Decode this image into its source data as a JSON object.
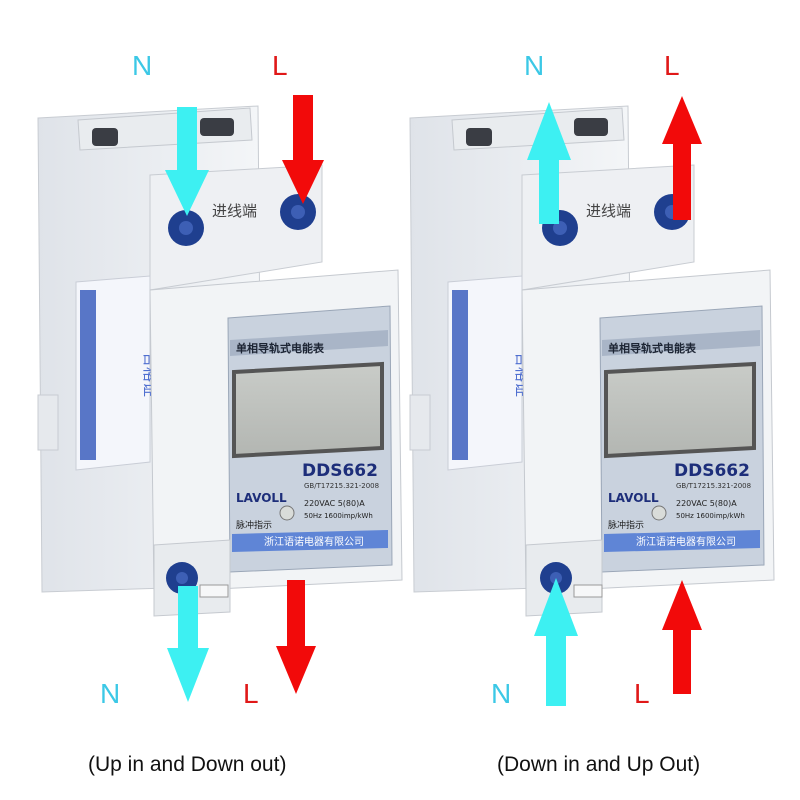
{
  "colors": {
    "neutral_arrow": "#3df0f2",
    "live_arrow": "#f20a0a",
    "neutral_text": "#3cc8e6",
    "live_text": "#e01818"
  },
  "left_meter": {
    "top_neutral": "N",
    "top_live": "L",
    "bottom_neutral": "N",
    "bottom_live": "L",
    "caption": "(Up in and Down out)",
    "terminal_label": "进线端",
    "panel_title": "单相导轨式电能表",
    "brand": "LAVOLL",
    "model": "DDS662",
    "standard": "GB/T17215.321-2008",
    "rating": "220VAC  5(80)A",
    "spec": "50Hz 1600imp/kWh",
    "pulse_label": "脉冲指示",
    "maker": "浙江语诺电器有限公司",
    "side_sticker": "合格证"
  },
  "right_meter": {
    "top_neutral": "N",
    "top_live": "L",
    "bottom_neutral": "N",
    "bottom_live": "L",
    "caption": "(Down in and Up Out)",
    "terminal_label": "进线端",
    "panel_title": "单相导轨式电能表",
    "brand": "LAVOLL",
    "model": "DDS662",
    "standard": "GB/T17215.321-2008",
    "rating": "220VAC  5(80)A",
    "spec": "50Hz 1600imp/kWh",
    "pulse_label": "脉冲指示",
    "maker": "浙江语诺电器有限公司",
    "side_sticker": "合格证"
  }
}
